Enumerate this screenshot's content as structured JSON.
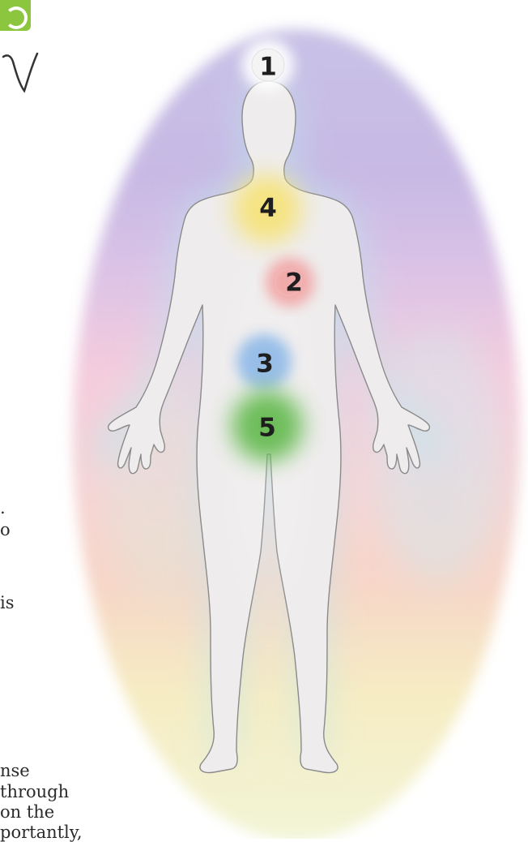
{
  "accent_colors": {
    "tag_green": "#8cc63e",
    "chakra_1": "#ffffff",
    "chakra_2": "#f2a3a3",
    "chakra_3": "#8fb9e8",
    "chakra_4": "#f6e37a",
    "chakra_5": "#5fb84a"
  },
  "markers": [
    {
      "label": "1",
      "glow": "#ffffff"
    },
    {
      "label": "4",
      "glow": "#f6e37a"
    },
    {
      "label": "2",
      "glow": "#f2a3a3"
    },
    {
      "label": "3",
      "glow": "#8fb9e8"
    },
    {
      "label": "5",
      "glow": "#5fb84a"
    }
  ],
  "article_text_fragments": [
    ".",
    "o",
    "is",
    "nse",
    "through",
    "on the",
    "portantly,"
  ]
}
